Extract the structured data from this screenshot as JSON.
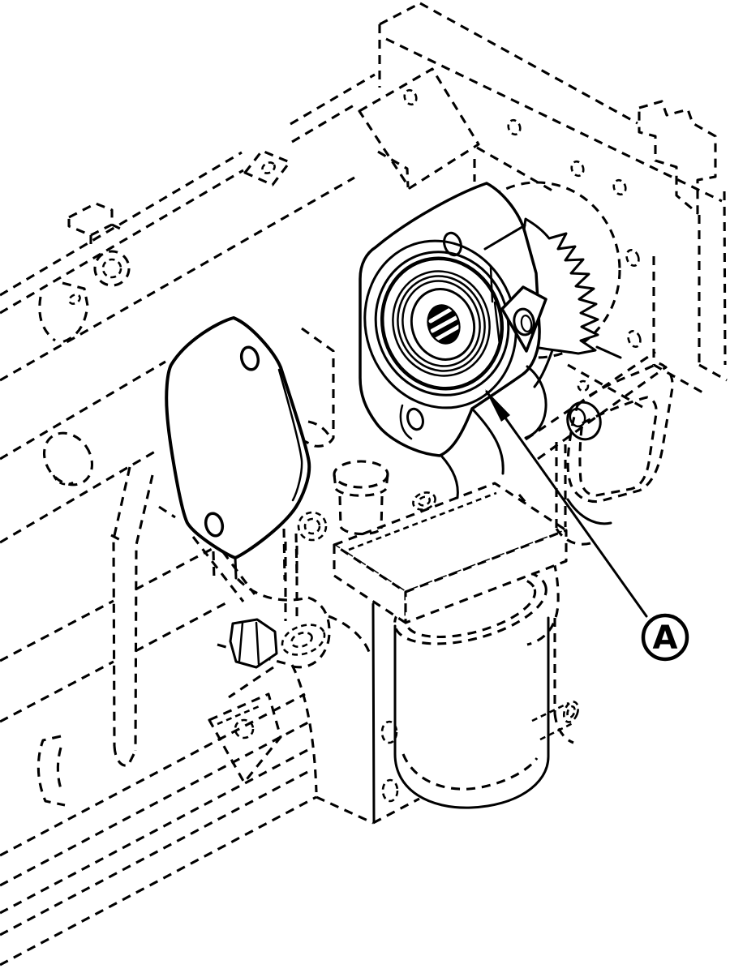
{
  "figure": {
    "type": "technical-line-illustration",
    "description": "Isometric service-manual view of an engine block (hidden dashed lines) showing a gear-driven pump with splined shaft, access cover plate, oil filter and mounting brackets. A leader arrow with circled callout points to the pump shaft seal area.",
    "background_color": "#ffffff",
    "line_color": "#000000",
    "callout": {
      "label": "A"
    },
    "parts": [
      "engine-block-hidden-outline",
      "gear-case-hidden-outline",
      "access-cover-plate",
      "pump-flange",
      "pump-drive-gear",
      "splined-shaft",
      "oil-filter",
      "filter-mount-slab",
      "filler-cap",
      "hex-plug",
      "support-bracket",
      "mounting-gusset"
    ]
  }
}
